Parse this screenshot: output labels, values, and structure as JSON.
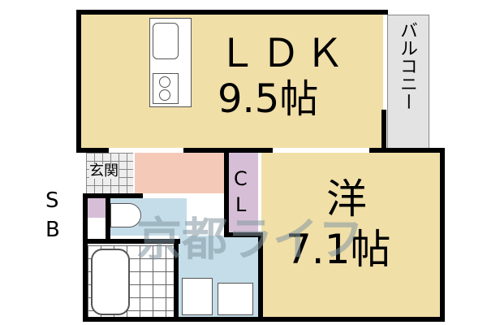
{
  "floorplan": {
    "rooms": {
      "ldk": {
        "name": "ＬＤＫ",
        "size": "9.5帖"
      },
      "western": {
        "name": "洋",
        "size": "7.1帖"
      },
      "balcony": {
        "name": "バルコニー"
      },
      "entrance": {
        "name": "玄関"
      },
      "closet": {
        "line1": "C",
        "line2": "L"
      },
      "shoe_box": {
        "line1": "S",
        "line2": "B"
      }
    },
    "watermark": "京都ライフ",
    "colors": {
      "ldk": "#f1dfa8",
      "western": "#f1dfa8",
      "hallway": "#f5c9b8",
      "wet_area": "#c5dde8",
      "closet": "#d6bfd6",
      "balcony": "#e3e3e3",
      "wall": "#000000"
    }
  }
}
